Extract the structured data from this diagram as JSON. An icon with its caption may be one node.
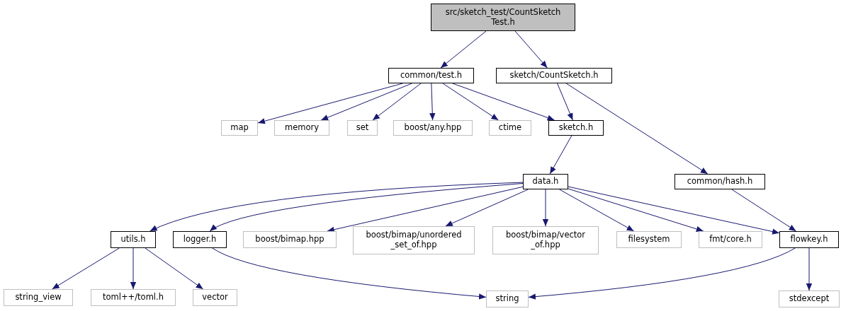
{
  "diagram": {
    "nodes": [
      {
        "text": [
          "src/sketch_test/CountSketch Test.h"
        ]
      },
      {
        "text": [
          "common/test.h"
        ]
      },
      {
        "text": [
          "sketch/CountSketch.h"
        ]
      },
      {
        "text": [
          "map"
        ]
      },
      {
        "text": [
          "memory"
        ]
      },
      {
        "text": [
          "set"
        ]
      },
      {
        "text": [
          "boost/any.hpp"
        ]
      },
      {
        "text": [
          "ctime"
        ]
      },
      {
        "text": [
          "sketch.h"
        ]
      },
      {
        "text": [
          "data.h"
        ]
      },
      {
        "text": [
          "common/hash.h"
        ]
      },
      {
        "text": [
          "utils.h"
        ]
      },
      {
        "text": [
          "logger.h"
        ]
      },
      {
        "text": [
          "boost/bimap.hpp"
        ]
      },
      {
        "text": [
          "boost/bimap/unordered _set_of.hpp"
        ]
      },
      {
        "text": [
          "boost/bimap/vector _of.hpp"
        ]
      },
      {
        "text": [
          "filesystem"
        ]
      },
      {
        "text": [
          "fmt/core.h"
        ]
      },
      {
        "text": [
          "flowkey.h"
        ]
      },
      {
        "text": [
          "string_view"
        ]
      },
      {
        "text": [
          "toml++/toml.h"
        ]
      },
      {
        "text": [
          "vector"
        ]
      },
      {
        "text": [
          "string"
        ]
      },
      {
        "text": [
          "stdexcept"
        ]
      }
    ],
    "edges": [
      {
        "from": 0,
        "to": 1,
        "arrow": "to"
      },
      {
        "from": 0,
        "to": 2,
        "arrow": "to"
      },
      {
        "from": 1,
        "to": 3,
        "arrow": "to"
      },
      {
        "from": 1,
        "to": 4,
        "arrow": "to"
      },
      {
        "from": 1,
        "to": 5,
        "arrow": "to"
      },
      {
        "from": 1,
        "to": 6,
        "arrow": "to"
      },
      {
        "from": 1,
        "to": 7,
        "arrow": "to"
      },
      {
        "from": 1,
        "to": 8,
        "arrow": "to"
      },
      {
        "from": 2,
        "to": 8,
        "arrow": "to"
      },
      {
        "from": 2,
        "to": 10,
        "arrow": "to"
      },
      {
        "from": 8,
        "to": 9,
        "arrow": "to"
      },
      {
        "from": 9,
        "to": 11,
        "arrow": "to"
      },
      {
        "from": 9,
        "to": 12,
        "arrow": "to"
      },
      {
        "from": 9,
        "to": 13,
        "arrow": "to"
      },
      {
        "from": 9,
        "to": 14,
        "arrow": "to"
      },
      {
        "from": 9,
        "to": 15,
        "arrow": "to"
      },
      {
        "from": 9,
        "to": 16,
        "arrow": "to"
      },
      {
        "from": 9,
        "to": 17,
        "arrow": "to"
      },
      {
        "from": 9,
        "to": 18,
        "arrow": "to"
      },
      {
        "from": 10,
        "to": 18,
        "arrow": "to"
      },
      {
        "from": 11,
        "to": 19,
        "arrow": "to"
      },
      {
        "from": 11,
        "to": 20,
        "arrow": "to"
      },
      {
        "from": 11,
        "to": 21,
        "arrow": "to"
      },
      {
        "from": 12,
        "to": 22,
        "arrow": "to"
      },
      {
        "from": 18,
        "to": 22,
        "arrow": "to"
      },
      {
        "from": 18,
        "to": 23,
        "arrow": "to"
      }
    ]
  }
}
